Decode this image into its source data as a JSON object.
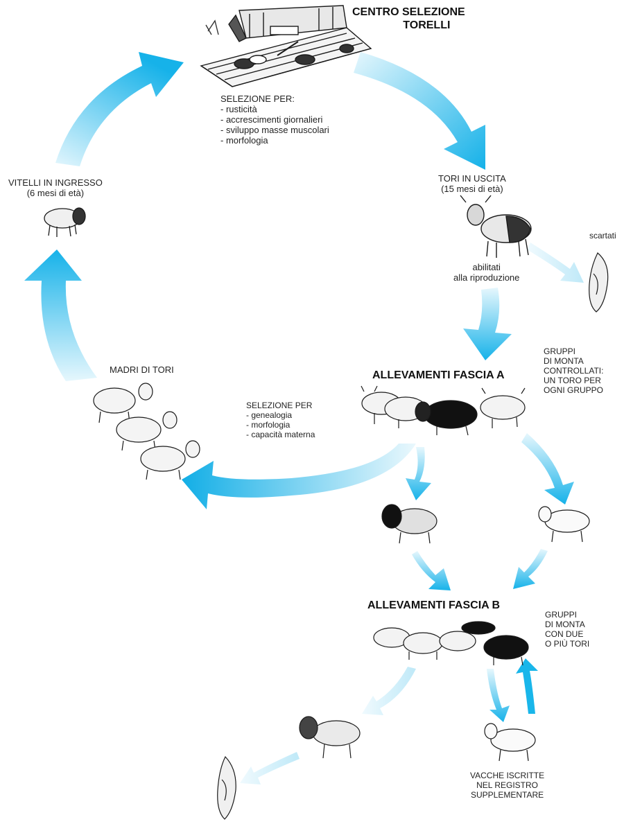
{
  "diagram": {
    "centro": {
      "line1": "CENTRO SELEZIONE",
      "line2": "TORELLI"
    },
    "selezione_centro": {
      "title": "SELEZIONE PER:",
      "items": [
        "- rusticità",
        "- accrescimenti giornalieri",
        "- sviluppo masse muscolari",
        "- morfologia"
      ]
    },
    "tori_uscita": {
      "line1": "TORI IN USCITA",
      "line2": "(15 mesi di età)"
    },
    "abilitati": {
      "line1": "abilitati",
      "line2": "alla riproduzione"
    },
    "scartati_top": "scartati",
    "vitelli": {
      "line1": "VITELLI IN INGRESSO",
      "line2": "(6 mesi di età)"
    },
    "fascia_a": "ALLEVAMENTI FASCIA A",
    "gruppi_a": [
      "GRUPPI",
      "DI MONTA",
      "CONTROLLATI:",
      "UN TORO PER",
      "OGNI GRUPPO"
    ],
    "madri": "MADRI DI TORI",
    "selezione_madri": {
      "title": "SELEZIONE PER",
      "items": [
        "- genealogia",
        "- morfologia",
        "- capacità materna"
      ]
    },
    "fascia_b": "ALLEVAMENTI FASCIA B",
    "gruppi_b": [
      "GRUPPI",
      "DI MONTA",
      "CON DUE",
      "O PIÙ TORI"
    ],
    "vacche": [
      "VACCHE ISCRITTE",
      "NEL REGISTRO",
      "SUPPLEMENTARE"
    ],
    "colors": {
      "arrow": "#19b6ea",
      "arrow_light": "#cdeefa",
      "ink": "#1a1a1a"
    }
  }
}
